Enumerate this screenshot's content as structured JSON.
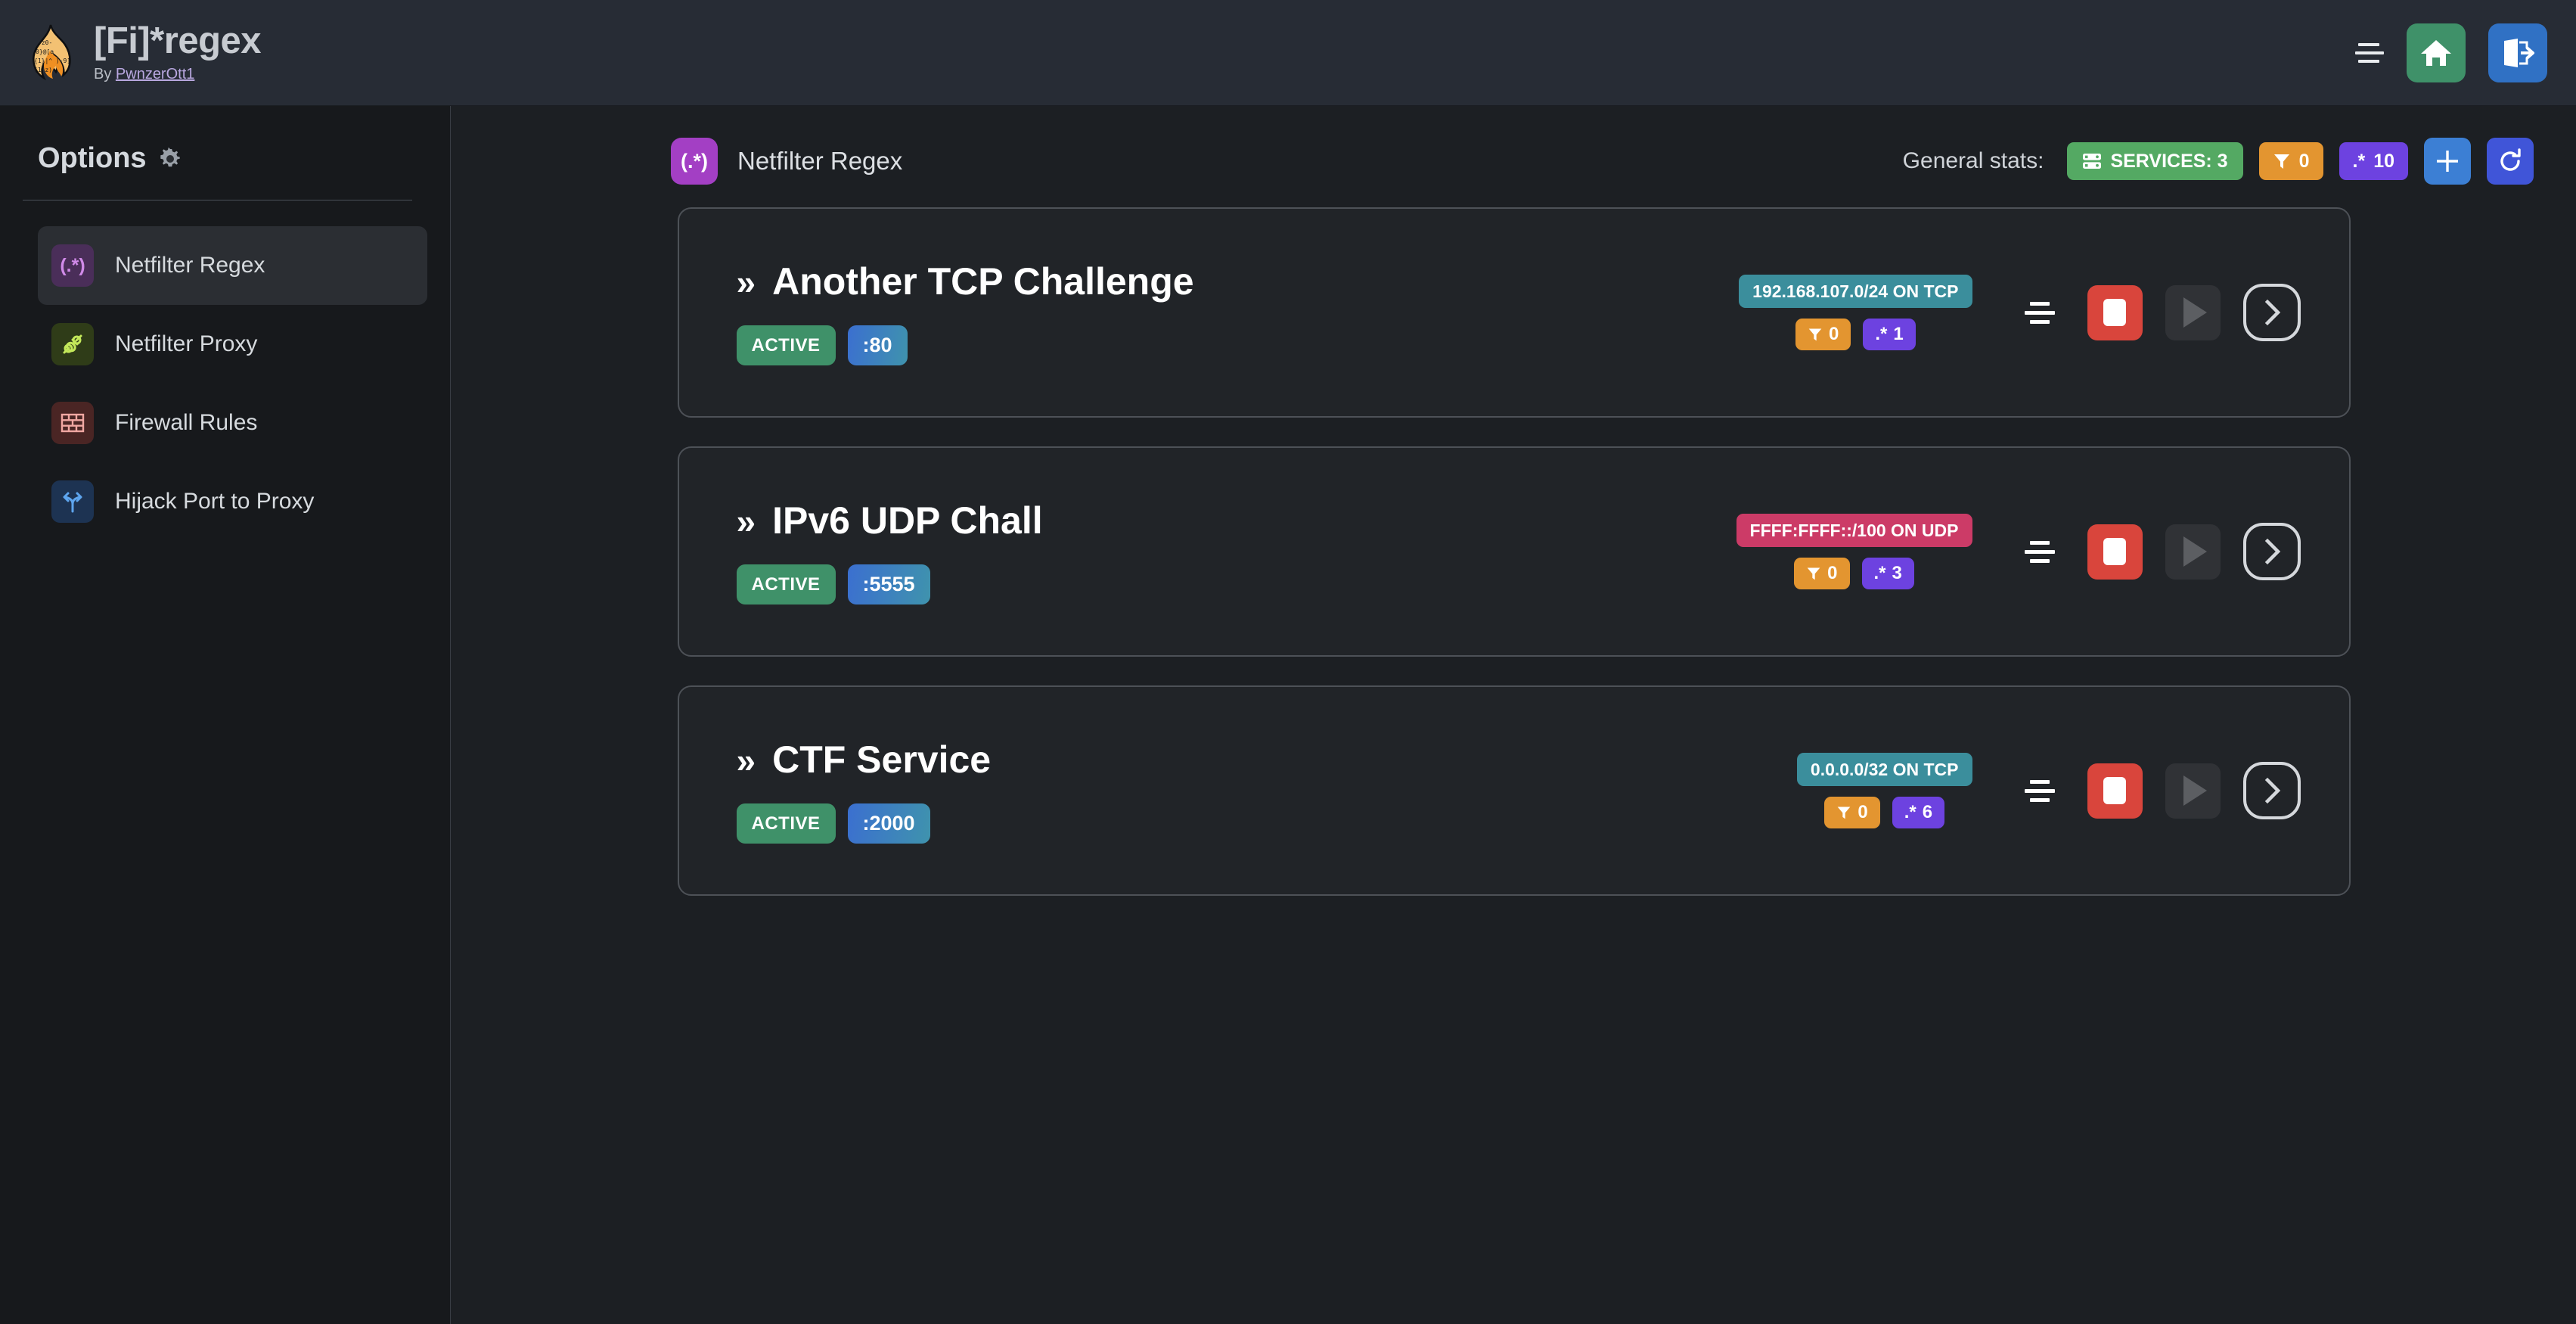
{
  "header": {
    "title": "[Fi]*regex",
    "by_prefix": "By ",
    "author": "PwnzerOtt1",
    "logo_icon": "flame-regex-logo",
    "menu_icon": "hamburger-menu-icon",
    "home_icon": "home-icon",
    "logout_icon": "logout-icon",
    "bg": "#272c35"
  },
  "sidebar": {
    "title": "Options",
    "gear_icon": "gear-icon",
    "items": [
      {
        "label": "Netfilter Regex",
        "icon": "regex-icon",
        "glyph": "(.*)",
        "tile_bg": "#4a2e59",
        "fg": "#d08ae8",
        "active": true
      },
      {
        "label": "Netfilter Proxy",
        "icon": "plug-icon",
        "glyph": "",
        "tile_bg": "#2f3c18",
        "fg": "#c3e85a",
        "active": false
      },
      {
        "label": "Firewall Rules",
        "icon": "brick-wall-icon",
        "glyph": "",
        "tile_bg": "#4a2524",
        "fg": "#f0a7a2",
        "active": false
      },
      {
        "label": "Hijack Port to Proxy",
        "icon": "route-fork-icon",
        "glyph": "",
        "tile_bg": "#1d3352",
        "fg": "#5ea5ee",
        "active": false
      }
    ]
  },
  "main": {
    "page_icon": "regex-icon",
    "page_icon_glyph": "(.*)",
    "page_title": "Netfilter Regex",
    "stats_label": "General stats:",
    "stats": [
      {
        "name": "services",
        "icon": "server-stack-icon",
        "text": "SERVICES: 3",
        "color": "#54a963"
      },
      {
        "name": "filters",
        "icon": "filter-funnel-icon",
        "text": "0",
        "color": "#e39530"
      },
      {
        "name": "regexes",
        "icon": "regex-dotstar-icon",
        "text": "10",
        "color": "#6d42e0",
        "glyph": ".*"
      }
    ],
    "add_button": {
      "icon": "plus-icon",
      "color": "#3c7fd4"
    },
    "refresh_button": {
      "icon": "refresh-icon",
      "color": "#4055d8"
    },
    "chevron_glyph": "»",
    "cards": [
      {
        "title": "Another TCP Challenge",
        "status": "ACTIVE",
        "port": ":80",
        "network": "192.168.107.0/24 ON TCP",
        "network_kind": "tcp",
        "filters": "0",
        "regexes": "1",
        "filter_icon": "filter-funnel-icon",
        "regex_icon": "regex-dotstar-icon",
        "regex_glyph": ".*",
        "align_icon": "align-center-icon",
        "stop_icon": "stop-icon",
        "play_icon": "play-icon",
        "details_icon": "chevron-right-icon"
      },
      {
        "title": "IPv6 UDP Chall",
        "status": "ACTIVE",
        "port": ":5555",
        "network": "FFFF:FFFF::/100 ON UDP",
        "network_kind": "udp",
        "filters": "0",
        "regexes": "3",
        "filter_icon": "filter-funnel-icon",
        "regex_icon": "regex-dotstar-icon",
        "regex_glyph": ".*",
        "align_icon": "align-center-icon",
        "stop_icon": "stop-icon",
        "play_icon": "play-icon",
        "details_icon": "chevron-right-icon"
      },
      {
        "title": "CTF Service",
        "status": "ACTIVE",
        "port": ":2000",
        "network": "0.0.0.0/32 ON TCP",
        "network_kind": "tcp",
        "filters": "0",
        "regexes": "6",
        "filter_icon": "filter-funnel-icon",
        "regex_icon": "regex-dotstar-icon",
        "regex_glyph": ".*",
        "align_icon": "align-center-icon",
        "stop_icon": "stop-icon",
        "play_icon": "play-icon",
        "details_icon": "chevron-right-icon"
      }
    ]
  },
  "colors": {
    "page_bg": "#1c1f23",
    "sidebar_bg": "#17191c",
    "card_bg": "#212428",
    "card_border": "#4d5157",
    "accent_green": "#3f9169",
    "accent_red": "#d9453c",
    "accent_purple": "#a33fc4",
    "accent_blue": "#3071c4",
    "tcp_teal": "#3b8e9c",
    "udp_pink": "#cc3b67"
  }
}
